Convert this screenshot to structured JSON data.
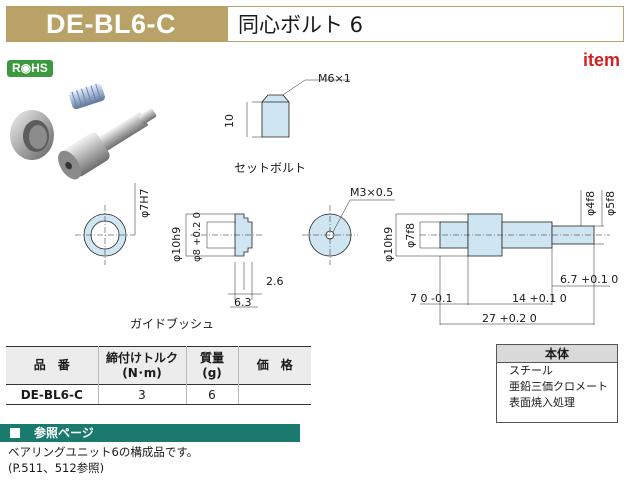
{
  "header": {
    "code": "DE-BL6-C",
    "name": "同心ボルト 6"
  },
  "badges": {
    "rohs": "R◉HS",
    "brand": "item"
  },
  "drawing": {
    "set_bolt": {
      "thread": "M6×1",
      "length": "10",
      "caption": "セットボルト"
    },
    "guide_bush": {
      "inner_dia": "φ7H7",
      "outer_dia": "φ10h9",
      "step_dia": "φ8 +0.2 0",
      "dim_a": "2.6",
      "dim_b": "6.3",
      "caption": "ガイドブッシュ"
    },
    "bolt": {
      "thread": "M3×0.5",
      "outer_dia": "φ10h9",
      "mid_dia": "φ7f8",
      "pin_dia_a": "φ4f8",
      "pin_dia_b": "φ5f8",
      "len_tip": "6.7 +0.1 0",
      "len_mid": "14 +0.1 0",
      "len_head": "7 0 -0.1",
      "len_total": "27 +0.2 0"
    }
  },
  "spec_table": {
    "headers": [
      "品　番",
      "締付けトルク\n(N･m)",
      "質量\n(g)",
      "価　格"
    ],
    "rows": [
      [
        "DE-BL6-C",
        "3",
        "6",
        ""
      ]
    ]
  },
  "material": {
    "title": "本体",
    "lines": [
      "スチール",
      "亜鉛三価クロメート",
      "表面焼入処理"
    ]
  },
  "reference": {
    "title": "参照ページ",
    "line1": "ベアリングユニット6の構成品です。",
    "line2": "(P.511、512参照)"
  },
  "colors": {
    "title_gold": "#b9a267",
    "rohs_green": "#3b9a3e",
    "brand_red": "#d42020",
    "ref_teal": "#1a7a6e",
    "part_blue": "#cfe6f2"
  }
}
